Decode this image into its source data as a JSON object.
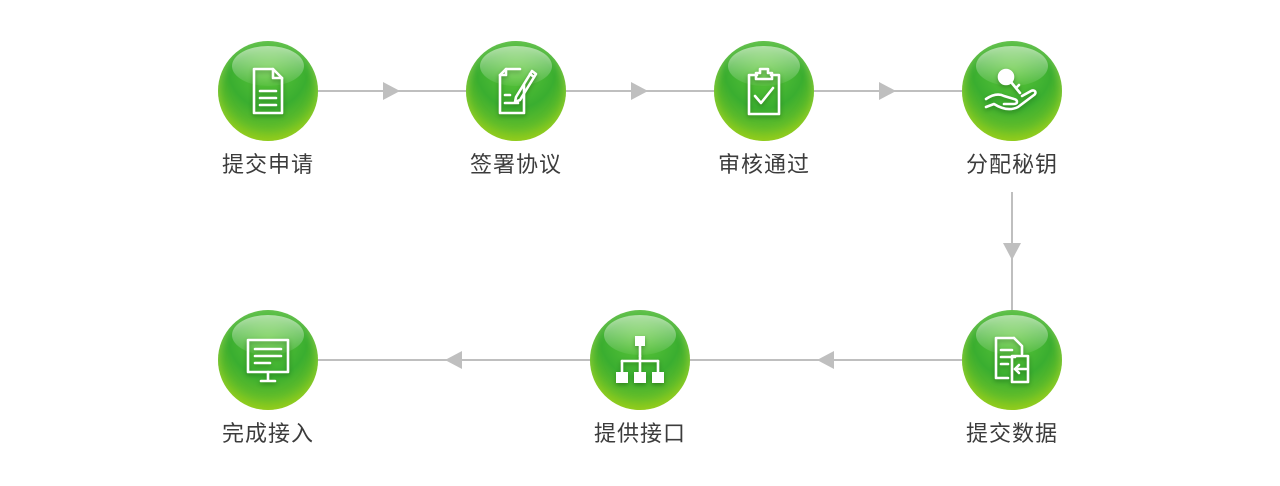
{
  "steps": [
    {
      "label": "提交申请",
      "icon": "document-icon"
    },
    {
      "label": "签署协议",
      "icon": "sign-document-icon"
    },
    {
      "label": "审核通过",
      "icon": "clipboard-check-icon"
    },
    {
      "label": "分配秘钥",
      "icon": "hand-key-icon"
    },
    {
      "label": "提交数据",
      "icon": "data-submit-icon"
    },
    {
      "label": "提供接口",
      "icon": "hierarchy-icon"
    },
    {
      "label": "完成接入",
      "icon": "monitor-icon"
    }
  ],
  "colors": {
    "node_green": "#3aae30",
    "node_lime": "#a9d21a",
    "connector": "#bfbfbf",
    "label_text": "#3c3c3c"
  }
}
